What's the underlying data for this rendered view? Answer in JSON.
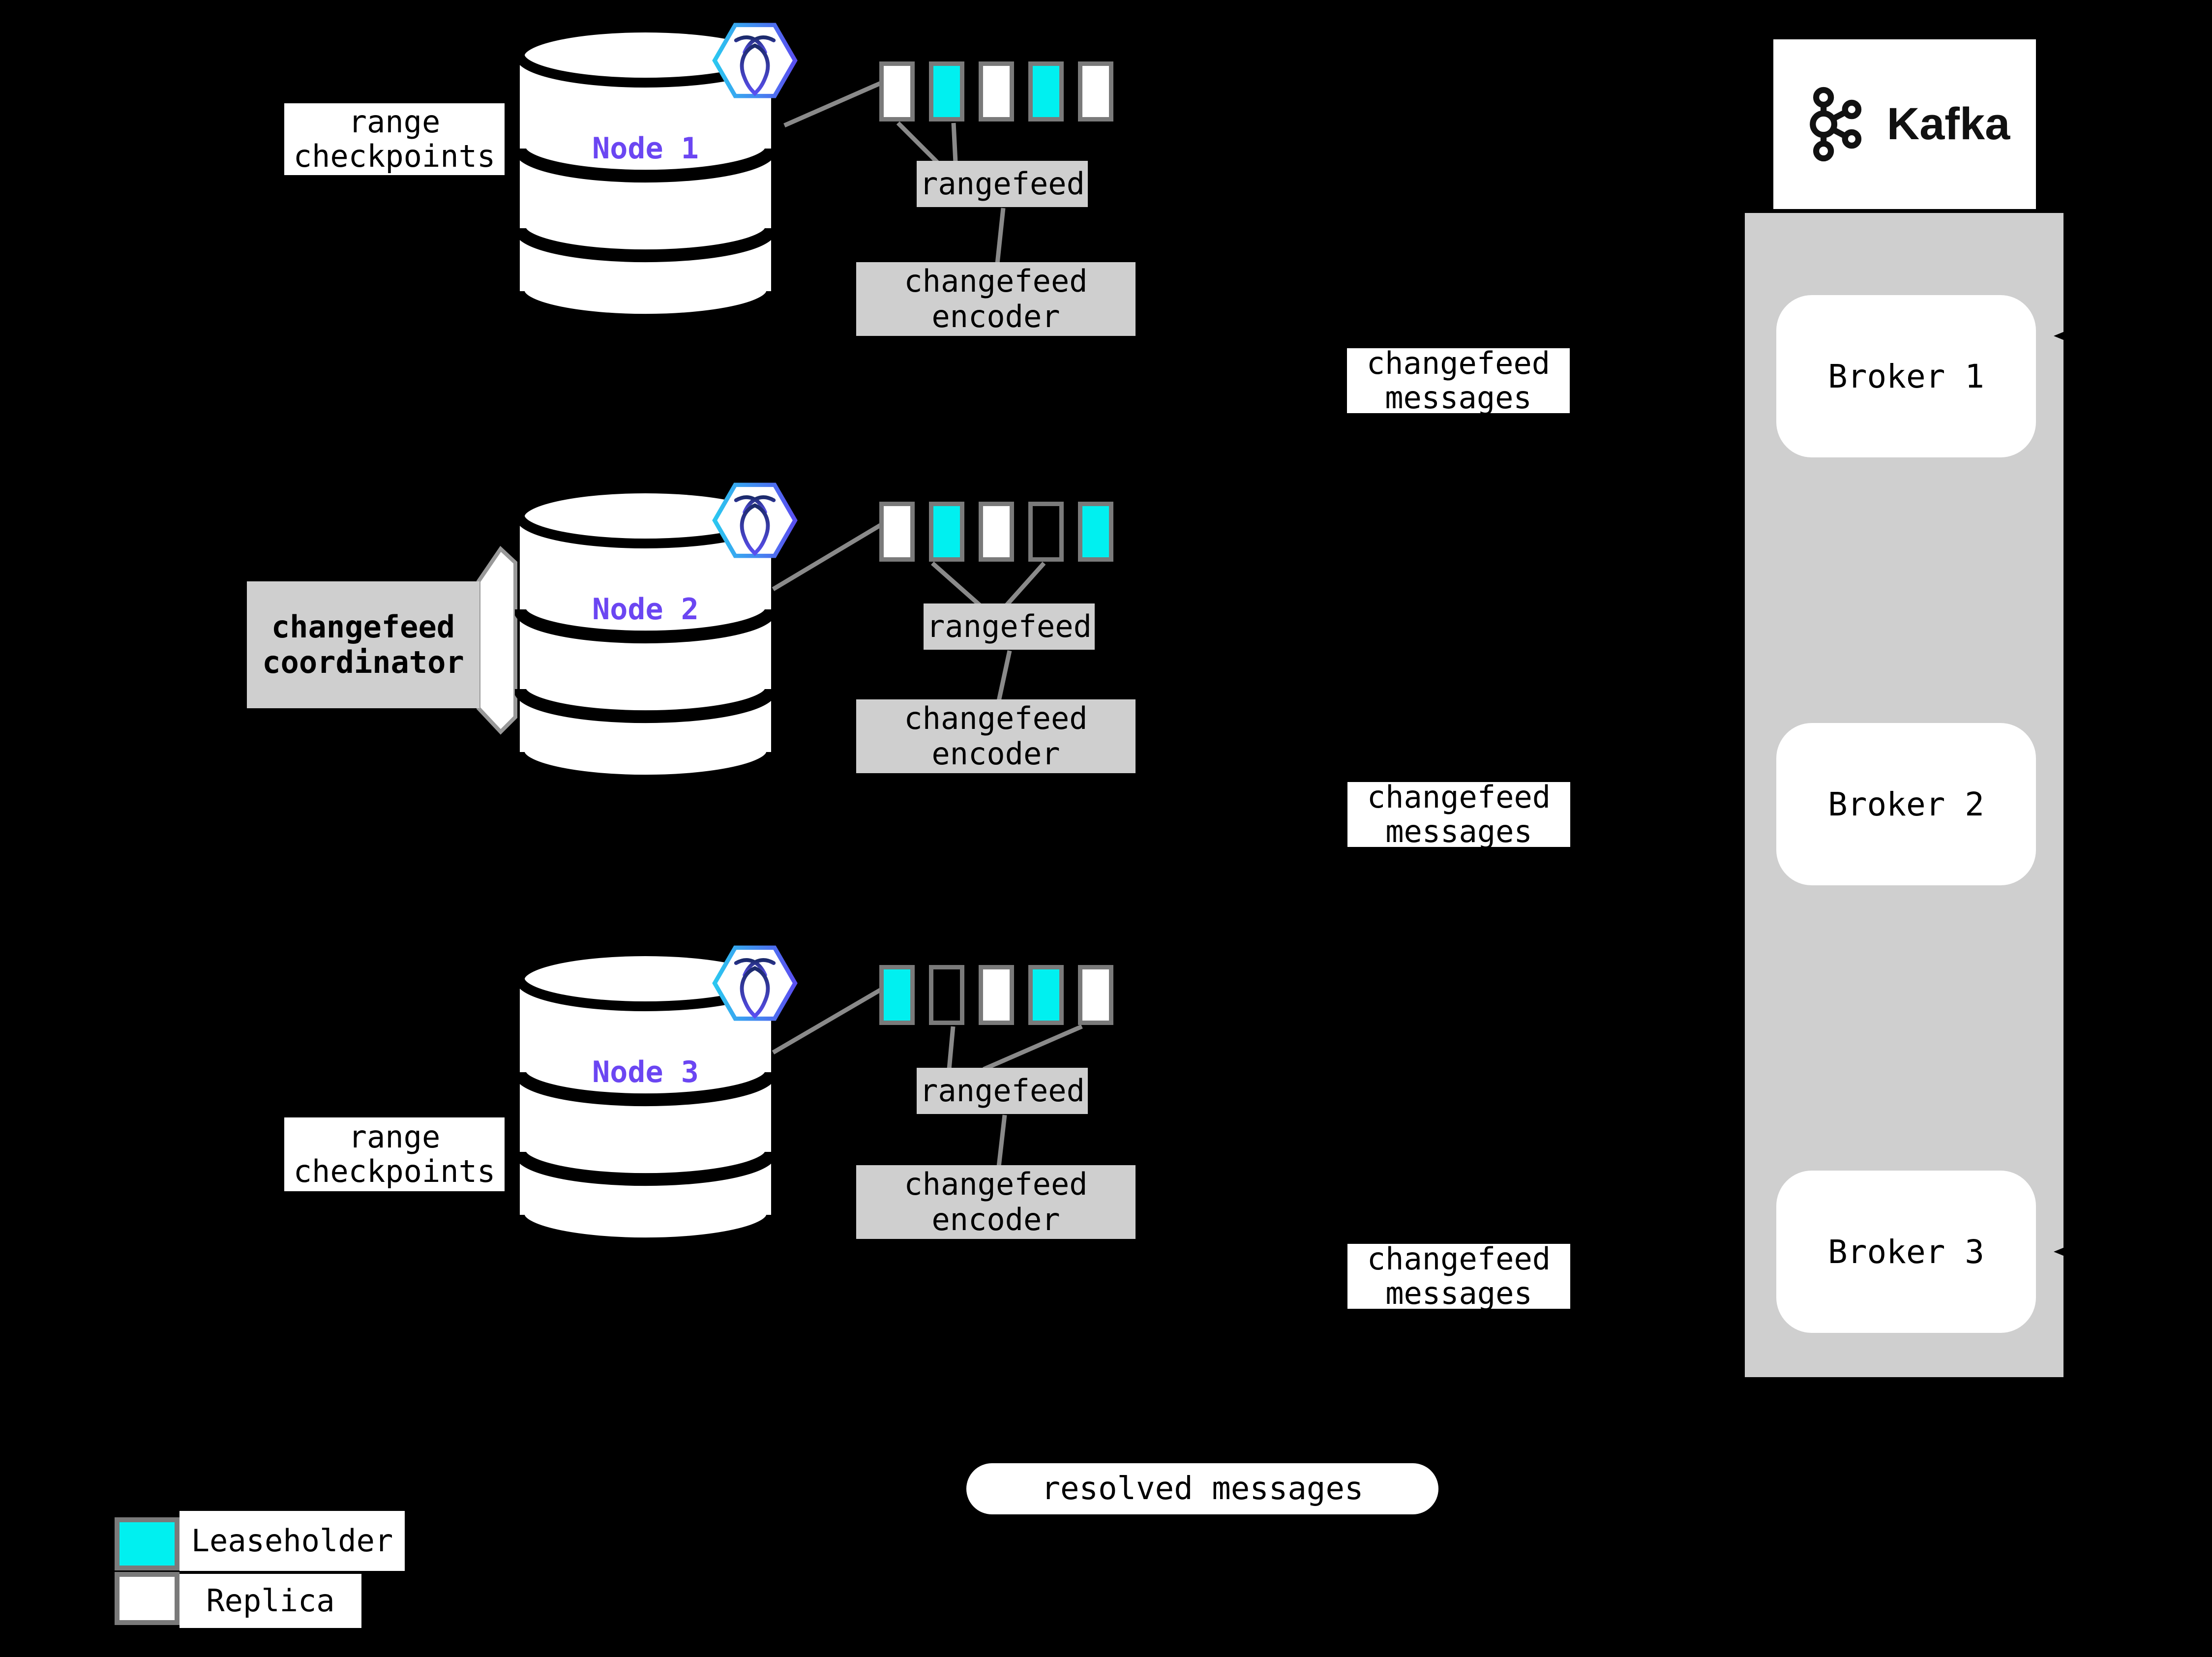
{
  "labels": {
    "range_checkpoints": "range\ncheckpoints",
    "changefeed_coordinator": "changefeed\ncoordinator",
    "rangefeed": "rangefeed",
    "changefeed_encoder": "changefeed\nencoder",
    "changefeed_messages": "changefeed\nmessages",
    "resolved_messages": "resolved messages"
  },
  "nodes": [
    {
      "label": "Node 1",
      "ranges": [
        "replica",
        "leaseholder",
        "replica",
        "leaseholder",
        "replica"
      ]
    },
    {
      "label": "Node 2",
      "ranges": [
        "replica",
        "leaseholder",
        "replica",
        "empty",
        "leaseholder"
      ]
    },
    {
      "label": "Node 3",
      "ranges": [
        "leaseholder",
        "empty",
        "replica",
        "leaseholder",
        "replica"
      ]
    }
  ],
  "kafka": {
    "wordmark": "Kafka",
    "brokers": [
      {
        "label": "Broker 1"
      },
      {
        "label": "Broker 2"
      },
      {
        "label": "Broker 3"
      }
    ]
  },
  "legend": {
    "items": [
      {
        "kind": "leaseholder",
        "label": "Leaseholder"
      },
      {
        "kind": "replica",
        "label": "Replica"
      }
    ]
  },
  "icons": {
    "node_logo": "cockroachdb-hexagon-icon",
    "node_shape": "database-cylinder-icon",
    "kafka_logo": "kafka-logo-icon"
  },
  "colors": {
    "background": "#000000",
    "leaseholder": "#00f0f0",
    "replica": "#ffffff",
    "panel_gray": "#cfcfcf",
    "swatch_border": "#7a7a7a",
    "connector_gray": "#8a8a8a",
    "node_label_purple": "#6b46f2",
    "hex_gradient_start": "#2bc7f0",
    "hex_gradient_end": "#5a4ff0"
  }
}
